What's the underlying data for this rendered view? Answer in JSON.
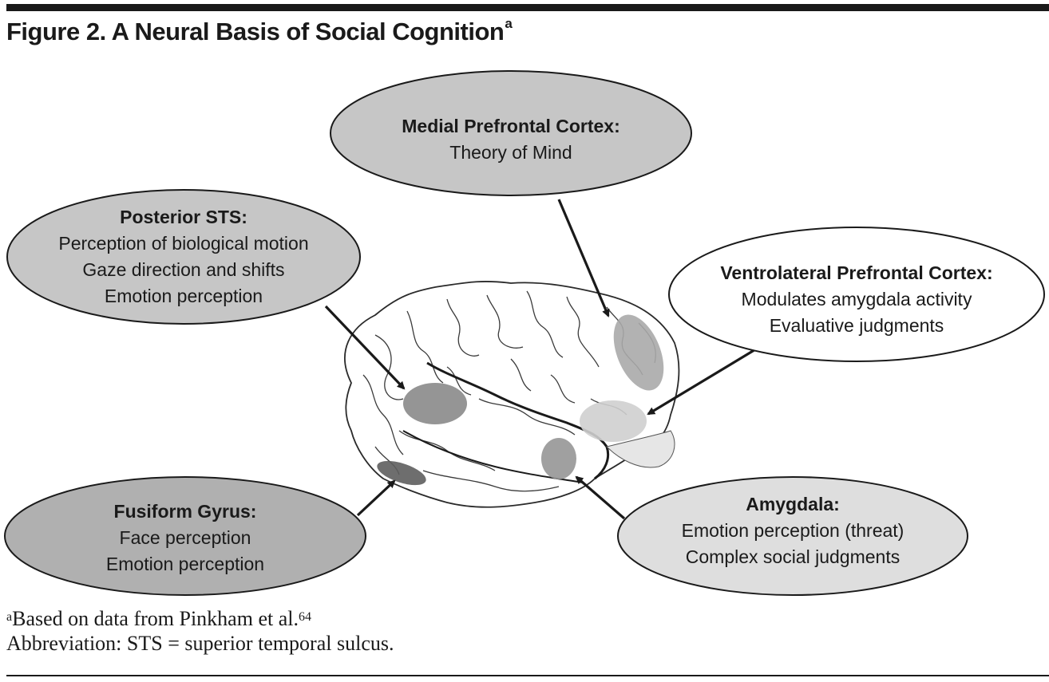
{
  "figure": {
    "title": "Figure 2. A Neural Basis of Social Cognition",
    "title_superscript": "a"
  },
  "regions": {
    "medial_prefrontal": {
      "heading": "Medial Prefrontal Cortex:",
      "lines": [
        "Theory of Mind"
      ],
      "fill": "#c6c6c6"
    },
    "posterior_sts": {
      "heading": "Posterior STS:",
      "lines": [
        "Perception of biological motion",
        "Gaze direction and shifts",
        "Emotion perception"
      ],
      "fill": "#c6c6c6"
    },
    "ventrolateral_prefrontal": {
      "heading": "Ventrolateral Prefrontal Cortex:",
      "lines": [
        "Modulates amygdala activity",
        "Evaluative judgments"
      ],
      "fill": "#ffffff"
    },
    "fusiform_gyrus": {
      "heading": "Fusiform Gyrus:",
      "lines": [
        "Face perception",
        "Emotion perception"
      ],
      "fill": "#b0b0b0"
    },
    "amygdala": {
      "heading": "Amygdala:",
      "lines": [
        "Emotion perception (threat)",
        "Complex social judgments"
      ],
      "fill": "#dedede"
    }
  },
  "brain_highlights": {
    "posterior_sts": "#8a8a8a",
    "medial_prefrontal": "#aaaaaa",
    "ventrolateral_prefrontal": "#cfcfcf",
    "fusiform_gyrus": "#5e5e5e",
    "amygdala": "#969696"
  },
  "footnotes": {
    "source_marker": "a",
    "source_text": "Based on data from Pinkham et al.",
    "source_ref": "64",
    "abbreviation": "Abbreviation: STS = superior temporal sulcus."
  }
}
